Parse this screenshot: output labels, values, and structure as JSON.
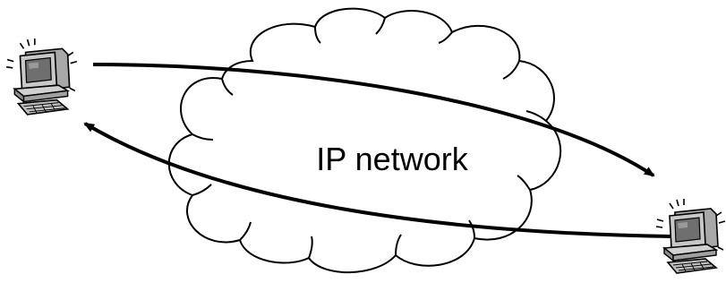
{
  "diagram": {
    "cloud": {
      "label": "IP network"
    },
    "nodes": [
      {
        "icon": "computer-icon",
        "role": "host-left"
      },
      {
        "icon": "computer-icon",
        "role": "host-right"
      }
    ],
    "connections": [
      {
        "from": "host-left",
        "to": "host-right",
        "style": "curved-arrow"
      },
      {
        "from": "host-right",
        "to": "host-left",
        "style": "curved-arrow"
      }
    ],
    "colors": {
      "line": "#000000",
      "background": "#ffffff",
      "computer_body": "#bfbfbf",
      "computer_screen": "#6f6f6f"
    }
  }
}
